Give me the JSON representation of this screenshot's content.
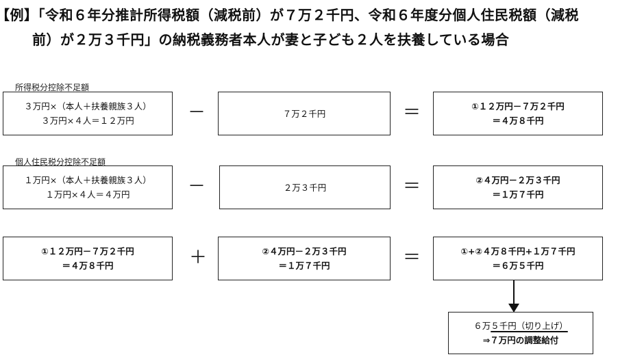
{
  "title": {
    "line1": "【例】「令和６年分推計所得税額（減税前）が７万２千円、令和６年度分個人住民税額（減税",
    "line2": "前）が２万３千円」の納税義務者本人が妻と子ども２人を扶養している場合"
  },
  "row1": {
    "caption": "所得税分控除不足額",
    "left_line1": "３万円×（本人＋扶養親族３人）",
    "left_line2": "３万円×４人＝１２万円",
    "operator": "－",
    "middle": "７万２千円",
    "equals": "＝",
    "result_line1": "①１２万円－７万２千円",
    "result_line2": "＝４万８千円"
  },
  "row2": {
    "caption": "個人住民税分控除不足額",
    "left_line1": "１万円×（本人＋扶養親族３人）",
    "left_line2": "１万円×４人＝４万円",
    "operator": "－",
    "middle": "２万３千円",
    "equals": "＝",
    "result_line1": "②４万円－２万３千円",
    "result_line2": "＝１万７千円"
  },
  "row3": {
    "left_line1": "①１２万円－７万２千円",
    "left_line2": "＝４万８千円",
    "operator": "＋",
    "middle_line1": "②４万円－２万３千円",
    "middle_line2": "＝１万７千円",
    "equals": "＝",
    "result_line1": "①+②４万８千円+１万７千円",
    "result_line2": "＝６万５千円"
  },
  "final": {
    "line1_prefix": "６万",
    "line1_underlined": "５千円（切り上げ）",
    "line2": "⇒７万円の調整給付"
  }
}
